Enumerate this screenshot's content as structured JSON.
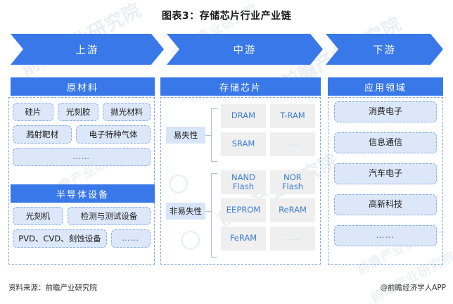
{
  "title": "图表3：存储芯片行业产业链",
  "colors": {
    "brand_blue": "#3878E8",
    "box_fill": "#DCE7F9",
    "box_border": "#86ADE4",
    "gray_box": "#EFEFEF",
    "gray_box_text": "#3D7DD6",
    "dashed_border": "#7FA8E6"
  },
  "banner": {
    "stages": [
      {
        "label": "上游"
      },
      {
        "label": "中游"
      },
      {
        "label": "下游"
      }
    ]
  },
  "columns": {
    "upstream": {
      "sections": [
        {
          "header": "原材料",
          "rows": [
            [
              "硅片",
              "光刻胶",
              "抛光材料"
            ],
            [
              "溅射靶材",
              "电子特种气体"
            ],
            [
              "……"
            ]
          ]
        },
        {
          "header": "半导体设备",
          "rows": [
            [
              "光刻机",
              "检测与测试设备"
            ],
            [
              "PVD、CVD、刻蚀设备",
              "……"
            ]
          ]
        }
      ]
    },
    "midstream": {
      "header": "存储芯片",
      "categories": [
        {
          "label": "易失性",
          "items": [
            "DRAM",
            "T-RAM",
            "SRAM",
            "……"
          ]
        },
        {
          "label": "非易失性",
          "items": [
            "NAND Flash",
            "NOR Flash",
            "EEPROM",
            "ReRAM",
            "FeRAM",
            "……"
          ]
        }
      ],
      "grid": [
        "DRAM",
        "T-RAM",
        "SRAM",
        "……",
        "NAND\nFlash",
        "NOR\nFlash",
        "EEPROM",
        "ReRAM",
        "FeRAM",
        "……"
      ]
    },
    "downstream": {
      "header": "应用领域",
      "items": [
        "消费电子",
        "信息通信",
        "汽车电子",
        "高新科技",
        "……"
      ]
    }
  },
  "footer": {
    "source": "资料来源：前瞻产业研究院",
    "app": "@前瞻经济学人APP"
  },
  "watermark": {
    "text": "前瞻产业研究院",
    "logo": "〇"
  }
}
